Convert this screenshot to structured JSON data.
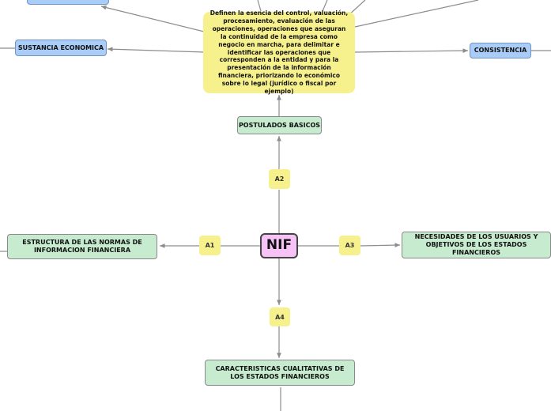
{
  "center": {
    "label": "NIF"
  },
  "tags": {
    "a1": "A1",
    "a2": "A2",
    "a3": "A3",
    "a4": "A4"
  },
  "nodes": {
    "postulados": "POSTULADOS BASICOS",
    "estructura": "ESTRUCTURA DE LAS NORMAS DE INFORMACION FINANCIERA",
    "necesidades": "NECESIDADES DE LOS USUARIOS Y OBJETIVOS DE LOS ESTADOS FINANCIEROS",
    "caracteristicas": "CARACTERISTICAS CUALITATIVAS DE LOS ESTADOS FINANCIEROS",
    "sustancia": "SUSTANCIA ECONOMICA",
    "consistencia": "CONSISTENCIA",
    "definicion": "Definen la esencia del control, valuación, procesamiento, evaluación de las operaciones, operaciones que aseguran la continuidad de la empresa como negocio en marcha, para delimitar e identificar las operaciones que corresponden a la entidad y para la presentación de la información financiera, priorizando lo económico sobre lo legal (jurídico o fiscal por ejemplo)"
  },
  "colors": {
    "line": "#8c8c8c",
    "blue_node": "#a9cdf6",
    "green_node": "#c6ebcf",
    "yellow": "#f7f18d",
    "center": "#f7c3f6"
  }
}
